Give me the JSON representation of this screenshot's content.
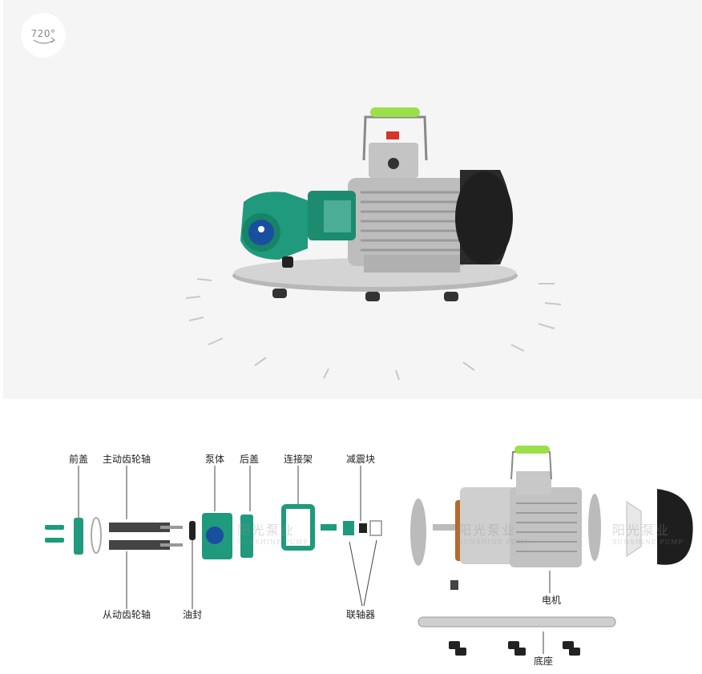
{
  "viewer": {
    "badge_text": "720°"
  },
  "labels": {
    "front_cover": "前盖",
    "driving_gear_shaft": "主动齿轮轴",
    "pump_body": "泵体",
    "rear_cover": "后盖",
    "connecting_frame": "连接架",
    "damping_block": "减震块",
    "driven_gear_shaft": "从动齿轮轴",
    "oil_seal": "油封",
    "coupling": "联轴器",
    "motor": "电机",
    "base": "底座"
  },
  "colors": {
    "pump_green": "#1f9a7c",
    "handle_green": "#9be04a",
    "motor_silver": "#c8c8c8",
    "viewer_bg": "#f5f5f5"
  }
}
